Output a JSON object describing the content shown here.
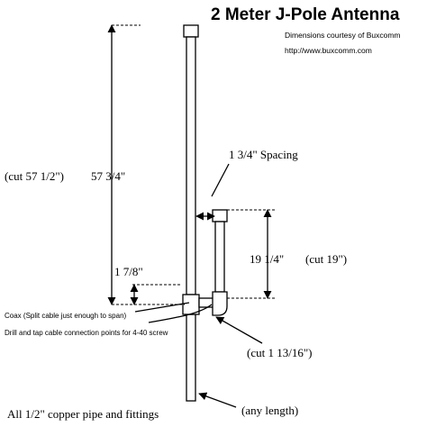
{
  "title": "2 Meter J-Pole Antenna",
  "credit_line": "Dimensions courtesy of Buxcomm",
  "credit_url": "http://www.buxcomm.com",
  "labels": {
    "spacing": "1 3/4\" Spacing",
    "main_cut": "(cut 57 1/2\")",
    "main_length": "57 3/4\"",
    "stub_length": "19 1/4\"",
    "stub_cut": "(cut 19\")",
    "feed_point": "1 7/8\"",
    "coax_line1": "Coax (Split cable just enough to span)",
    "coax_line2": "Drill and tap cable connection points for 4-40 screw",
    "bottom_cut": "(cut 1 13/16\")",
    "material": "All 1/2\" copper pipe and fittings",
    "any_length": "(any length)"
  },
  "icons": {
    "arrowhead": "arrowhead-icon"
  }
}
